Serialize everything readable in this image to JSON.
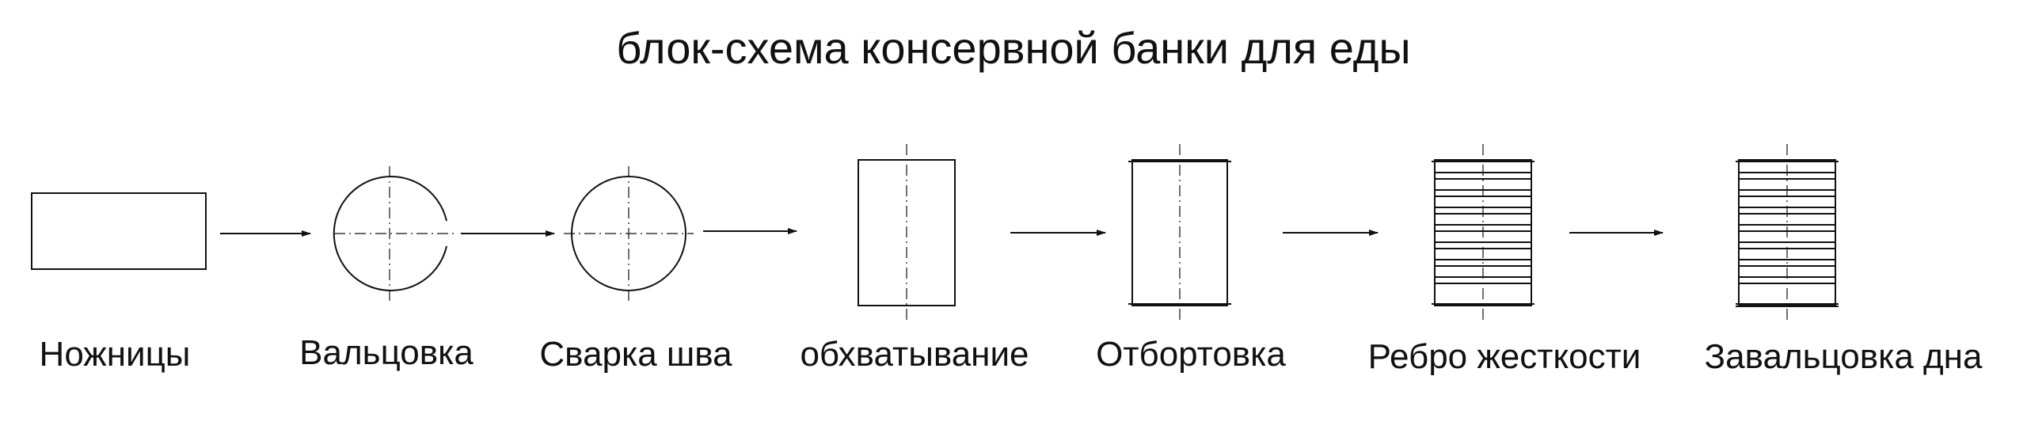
{
  "title": "блок-схема консервной банки для еды",
  "steps": [
    {
      "label": "Ножницы"
    },
    {
      "label": "Вальцовка"
    },
    {
      "label": "Сварка шва"
    },
    {
      "label": "обхватывание"
    },
    {
      "label": "Отбортовка"
    },
    {
      "label": "Ребро жесткости"
    },
    {
      "label": "Завальцовка дна"
    }
  ]
}
